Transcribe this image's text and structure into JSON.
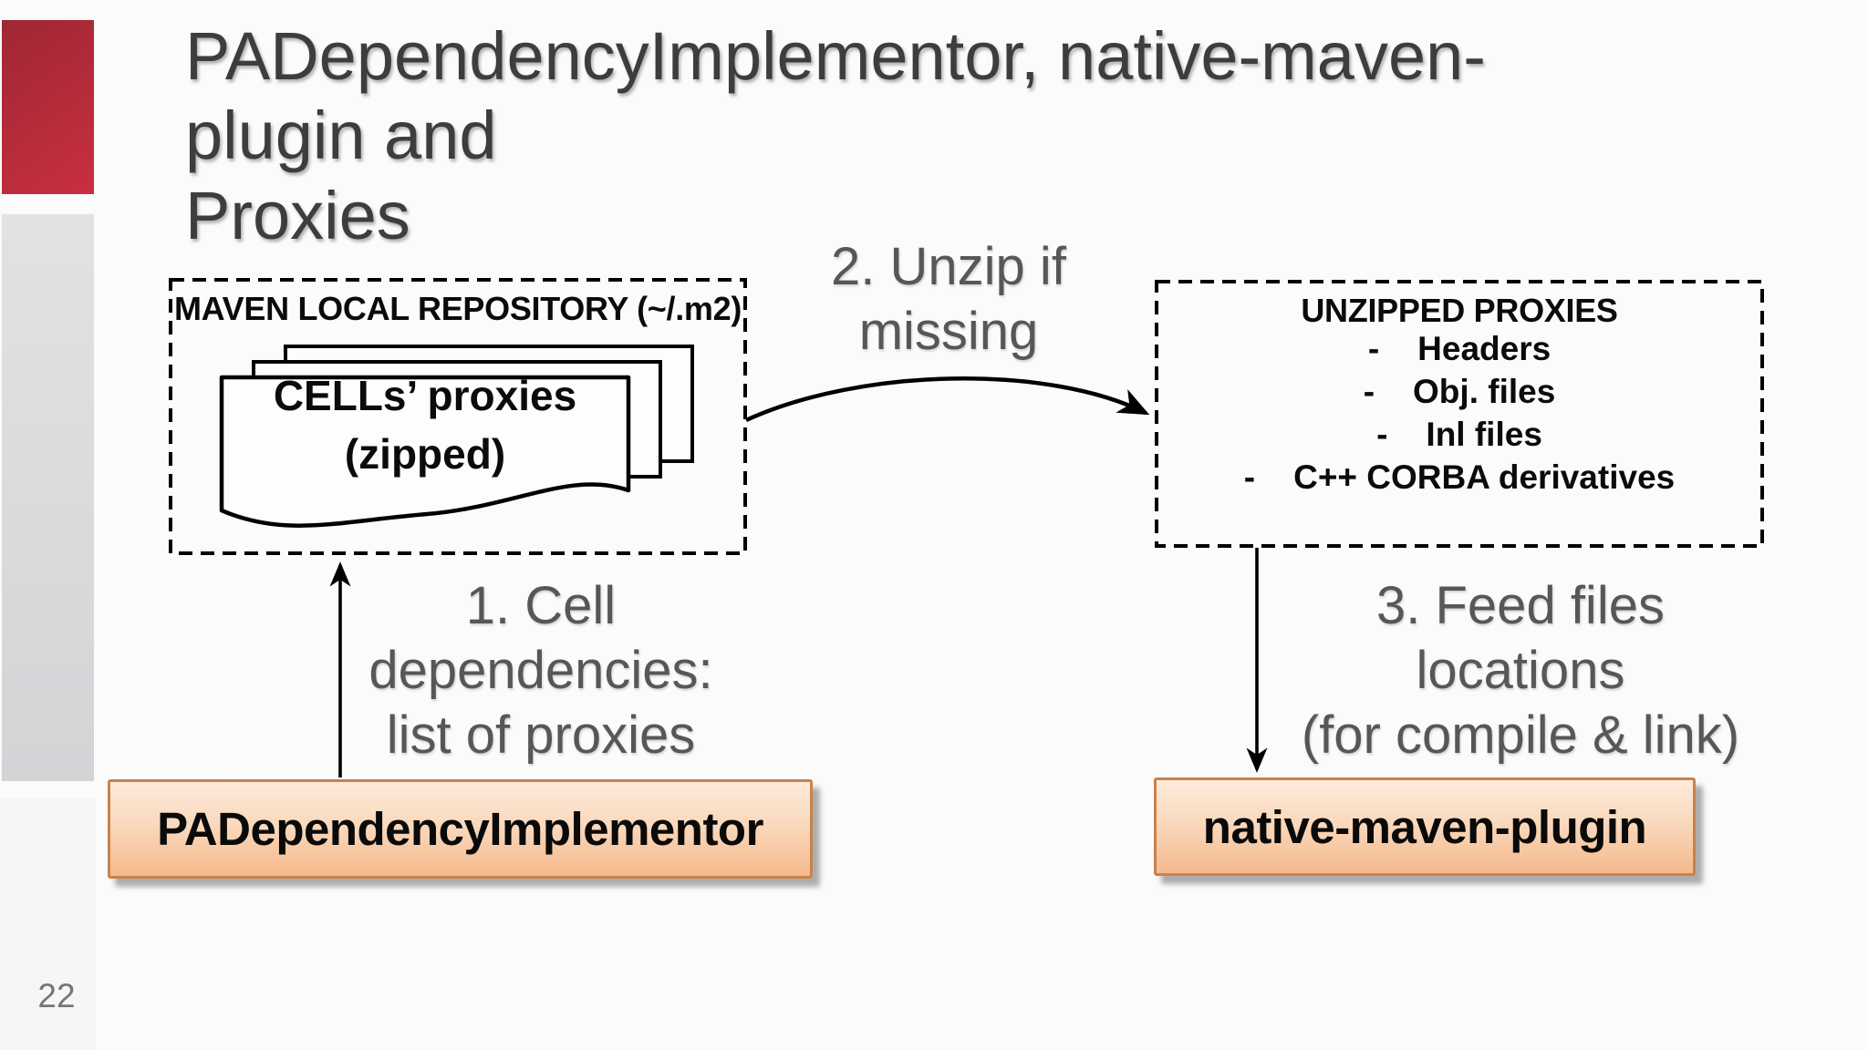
{
  "slide": {
    "page_number": "22",
    "title": {
      "text": "PADependencyImplementor, native-maven-plugin and Proxies",
      "lines": [
        "PADependencyImplementor, native-maven-plugin and",
        "Proxies"
      ]
    }
  },
  "diagram": {
    "maven_box": {
      "title": "MAVEN LOCAL REPOSITORY (~/.m2)",
      "document_stack": {
        "line1": "CELLs’ proxies",
        "line2": "(zipped)"
      }
    },
    "unzipped_box": {
      "title": "UNZIPPED PROXIES",
      "bullet": "-",
      "items": [
        "Headers",
        "Obj. files",
        "Inl files",
        "C++ CORBA derivatives"
      ]
    },
    "steps": {
      "step1": {
        "lines": [
          "1. Cell",
          "dependencies:",
          "list of proxies"
        ]
      },
      "step2": {
        "lines": [
          "2. Unzip if",
          "missing"
        ]
      },
      "step3": {
        "lines": [
          "3. Feed files",
          "locations",
          "(for compile & link)"
        ]
      }
    },
    "nodes": {
      "pa_dependency_implementor": "PADependencyImplementor",
      "native_maven_plugin": "native-maven-plugin"
    }
  },
  "colors": {
    "accent_red": "#b02a3a",
    "accent_gray": "#d9d9db",
    "node_fill_top": "#fdebdc",
    "node_fill_bottom": "#f5b98d",
    "node_border": "#c8824c",
    "title_text": "#3d3d3d",
    "step_text": "#575757",
    "line_color": "#000000"
  }
}
